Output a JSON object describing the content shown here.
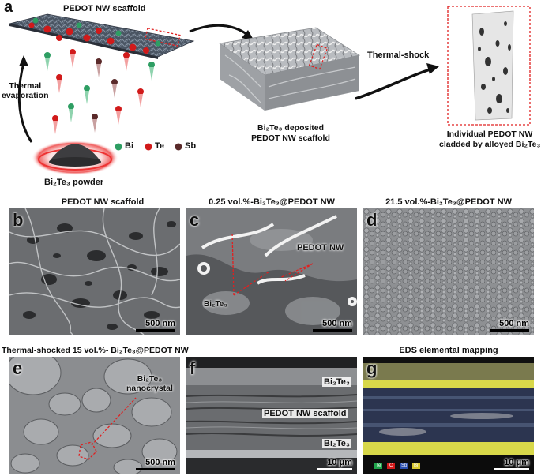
{
  "panel_a": {
    "letter": "a",
    "scaffold_title": "PEDOT NW scaffold",
    "thermal_evaporation_line1": "Thermal",
    "thermal_evaporation_line2": "evaporation",
    "powder_label": "Bi₂Te₃ powder",
    "legend": {
      "bi": "Bi",
      "te": "Te",
      "sb": "Sb"
    },
    "deposited_line1": "Bi₂Te₃ deposited",
    "deposited_line2": "PEDOT NW scaffold",
    "thermal_shock": "Thermal-shock",
    "individual_line1": "Individual PEDOT NW",
    "individual_line2": "cladded by alloyed Bi₂Te₃"
  },
  "panel_b": {
    "letter": "b",
    "title": "PEDOT NW scaffold",
    "scale": "500 nm"
  },
  "panel_c": {
    "letter": "c",
    "title": "0.25 vol.%-Bi₂Te₃@PEDOT NW",
    "scale": "500 nm",
    "label_nw": "PEDOT NW",
    "label_bt": "Bi₂Te₃"
  },
  "panel_d": {
    "letter": "d",
    "title": "21.5 vol.%-Bi₂Te₃@PEDOT NW",
    "scale": "500 nm"
  },
  "panel_e": {
    "letter": "e",
    "title": "Thermal-shocked 15 vol.%- Bi₂Te₃@PEDOT NW",
    "scale": "500 nm",
    "label_nc1": "Bi₂Te₃",
    "label_nc2": "nanocrystal"
  },
  "panel_f": {
    "letter": "f",
    "scale": "10 μm",
    "label_top": "Bi₂Te₃",
    "label_mid": "PEDOT NW scaffold",
    "label_bot": "Bi₂Te₃"
  },
  "panel_g": {
    "letter": "g",
    "title": "EDS elemental mapping",
    "scale": "10 μm",
    "legend": [
      "Te",
      "C",
      "Sb",
      "Bi"
    ]
  },
  "colors": {
    "bi": "#2e9e63",
    "te": "#d11a1a",
    "sb": "#5a2a2a",
    "highlight": "#e02020"
  }
}
